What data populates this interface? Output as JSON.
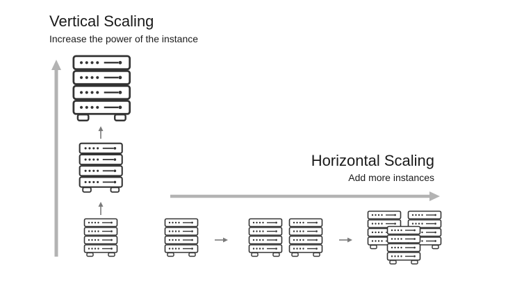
{
  "vertical": {
    "title": "Vertical Scaling",
    "subtitle": "Increase the power of the instance"
  },
  "horizontal": {
    "title": "Horizontal Scaling",
    "subtitle": "Add more instances"
  },
  "colors": {
    "server_stroke": "#333333",
    "axis_arrow": "#b3b3b3",
    "step_arrow": "#7a7a7a",
    "text": "#1a1a1a"
  },
  "icons": {
    "server": "server-rack-icon",
    "step_arrow": "arrow-icon"
  }
}
